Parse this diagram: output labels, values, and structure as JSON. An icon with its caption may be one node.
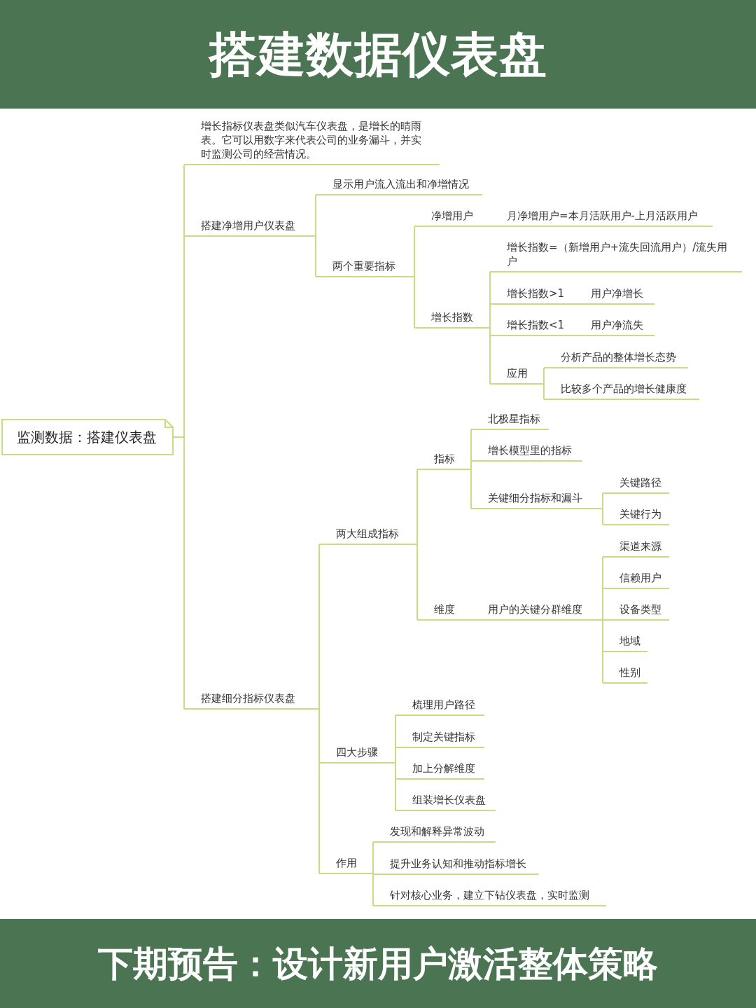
{
  "diagram": {
    "title": "搭建数据仪表盘",
    "caption": "下期预告：设计新用户激活整体策略",
    "nodes": [
      {
        "text": [
          "监测数据：搭建仪表盘"
        ]
      },
      {
        "text": [
          "增长指标仪表盘类似汽车仪表盘，是增长的晴雨表。它可以用数字来代表公司的业务漏斗，并实时监测公司的经营情况。"
        ]
      },
      {
        "text": [
          "搭建净增用户仪表盘"
        ]
      },
      {
        "text": [
          "显示用户流入流出和净增情况"
        ]
      },
      {
        "text": [
          "两个重要指标"
        ]
      },
      {
        "text": [
          "净增用户"
        ]
      },
      {
        "text": [
          "月净增用户=本月活跃用户-上月活跃用户"
        ]
      },
      {
        "text": [
          "增长指数"
        ]
      },
      {
        "text": [
          "增长指数=（新增用户+流失回流用户）/流失用户"
        ]
      },
      {
        "text": [
          "增长指数>1"
        ]
      },
      {
        "text": [
          "用户净增长"
        ]
      },
      {
        "text": [
          "增长指数<1"
        ]
      },
      {
        "text": [
          "用户净流失"
        ]
      },
      {
        "text": [
          "应用"
        ]
      },
      {
        "text": [
          "分析产品的整体增长态势"
        ]
      },
      {
        "text": [
          "比较多个产品的增长健康度"
        ]
      },
      {
        "text": [
          "搭建细分指标仪表盘"
        ]
      },
      {
        "text": [
          "两大组成指标"
        ]
      },
      {
        "text": [
          "指标"
        ]
      },
      {
        "text": [
          "北极星指标"
        ]
      },
      {
        "text": [
          "增长模型里的指标"
        ]
      },
      {
        "text": [
          "关键细分指标和漏斗"
        ]
      },
      {
        "text": [
          "关键路径"
        ]
      },
      {
        "text": [
          "关键行为"
        ]
      },
      {
        "text": [
          "维度"
        ]
      },
      {
        "text": [
          "用户的关键分群维度"
        ]
      },
      {
        "text": [
          "渠道来源"
        ]
      },
      {
        "text": [
          "信赖用户"
        ]
      },
      {
        "text": [
          "设备类型"
        ]
      },
      {
        "text": [
          "地域"
        ]
      },
      {
        "text": [
          "性别"
        ]
      },
      {
        "text": [
          "四大步骤"
        ]
      },
      {
        "text": [
          "梳理用户路径"
        ]
      },
      {
        "text": [
          "制定关键指标"
        ]
      },
      {
        "text": [
          "加上分解维度"
        ]
      },
      {
        "text": [
          "组装增长仪表盘"
        ]
      },
      {
        "text": [
          "作用"
        ]
      },
      {
        "text": [
          "发现和解释异常波动"
        ]
      },
      {
        "text": [
          "提升业务认知和推动指标增长"
        ]
      },
      {
        "text": [
          "针对核心业务，建立下钻仪表盘，实时监测"
        ]
      }
    ],
    "edges": [
      {
        "from": 0,
        "to": 1,
        "arrow": "none"
      },
      {
        "from": 0,
        "to": 2,
        "arrow": "none"
      },
      {
        "from": 2,
        "to": 3,
        "arrow": "none"
      },
      {
        "from": 2,
        "to": 4,
        "arrow": "none"
      },
      {
        "from": 4,
        "to": 5,
        "arrow": "none"
      },
      {
        "from": 5,
        "to": 6,
        "arrow": "none"
      },
      {
        "from": 4,
        "to": 7,
        "arrow": "none"
      },
      {
        "from": 7,
        "to": 8,
        "arrow": "none"
      },
      {
        "from": 7,
        "to": 9,
        "arrow": "none"
      },
      {
        "from": 9,
        "to": 10,
        "arrow": "none"
      },
      {
        "from": 7,
        "to": 11,
        "arrow": "none"
      },
      {
        "from": 11,
        "to": 12,
        "arrow": "none"
      },
      {
        "from": 7,
        "to": 13,
        "arrow": "none"
      },
      {
        "from": 13,
        "to": 14,
        "arrow": "none"
      },
      {
        "from": 13,
        "to": 15,
        "arrow": "none"
      },
      {
        "from": 0,
        "to": 16,
        "arrow": "none"
      },
      {
        "from": 16,
        "to": 17,
        "arrow": "none"
      },
      {
        "from": 17,
        "to": 18,
        "arrow": "none"
      },
      {
        "from": 18,
        "to": 19,
        "arrow": "none"
      },
      {
        "from": 18,
        "to": 20,
        "arrow": "none"
      },
      {
        "from": 18,
        "to": 21,
        "arrow": "none"
      },
      {
        "from": 21,
        "to": 22,
        "arrow": "none"
      },
      {
        "from": 21,
        "to": 23,
        "arrow": "none"
      },
      {
        "from": 17,
        "to": 24,
        "arrow": "none"
      },
      {
        "from": 24,
        "to": 25,
        "arrow": "none"
      },
      {
        "from": 25,
        "to": 26,
        "arrow": "none"
      },
      {
        "from": 25,
        "to": 27,
        "arrow": "none"
      },
      {
        "from": 25,
        "to": 28,
        "arrow": "none"
      },
      {
        "from": 25,
        "to": 29,
        "arrow": "none"
      },
      {
        "from": 25,
        "to": 30,
        "arrow": "none"
      },
      {
        "from": 16,
        "to": 31,
        "arrow": "none"
      },
      {
        "from": 31,
        "to": 32,
        "arrow": "none"
      },
      {
        "from": 31,
        "to": 33,
        "arrow": "none"
      },
      {
        "from": 31,
        "to": 34,
        "arrow": "none"
      },
      {
        "from": 31,
        "to": 35,
        "arrow": "none"
      },
      {
        "from": 16,
        "to": 36,
        "arrow": "none"
      },
      {
        "from": 36,
        "to": 37,
        "arrow": "none"
      },
      {
        "from": 36,
        "to": 38,
        "arrow": "none"
      },
      {
        "from": 36,
        "to": 39,
        "arrow": "none"
      }
    ]
  }
}
